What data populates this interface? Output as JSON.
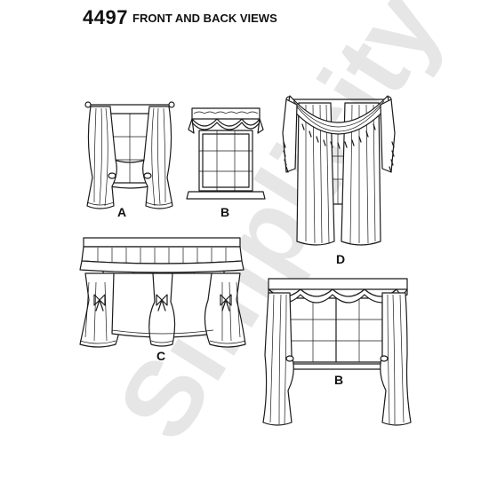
{
  "header": {
    "pattern_number": "4497",
    "title": "FRONT AND BACK VIEWS"
  },
  "views": [
    {
      "id": "A",
      "label": "A"
    },
    {
      "id": "B-top",
      "label": "B"
    },
    {
      "id": "D",
      "label": "D"
    },
    {
      "id": "C",
      "label": "C"
    },
    {
      "id": "B-bottom",
      "label": "B"
    }
  ],
  "watermark": "Simplicity",
  "colors": {
    "line": "#1a1a1a",
    "background": "#ffffff",
    "watermark": "#e6e6e6"
  }
}
